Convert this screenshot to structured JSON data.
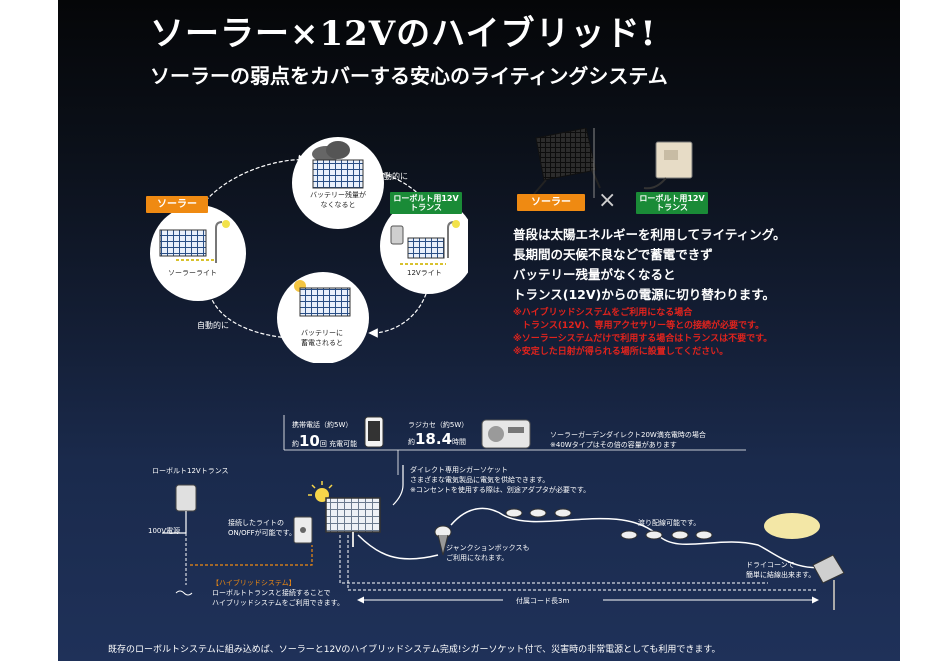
{
  "header": {
    "title": "ソーラー×12Vのハイブリッド!",
    "subtitle": "ソーラーの弱点をカバーする安心のライティングシステム"
  },
  "cycle": {
    "solar_badge": "ソーラー",
    "trans_badge_line1": "ローボルト用12V",
    "trans_badge_line2": "トランス",
    "auto_top": "自動的に",
    "auto_bottom": "自動的に",
    "top_caption_line1": "バッテリー残量が",
    "top_caption_line2": "なくなると",
    "left_caption": "ソーラーライト",
    "right_caption": "12Vライト",
    "bottom_caption_line1": "バッテリーに",
    "bottom_caption_line2": "蓄電されると"
  },
  "compare": {
    "solar_badge": "ソーラー",
    "times": "×",
    "trans_badge_line1": "ローボルト用12V",
    "trans_badge_line2": "トランス"
  },
  "description": {
    "lines": [
      "普段は太陽エネルギーを利用してライティング。",
      "長期間の天候不良などで蓄電できず",
      "バッテリー残量がなくなると",
      "トランス(12V)からの電源に切り替わります。"
    ]
  },
  "notes": {
    "lines": [
      "※ハイブリッドシステムをご利用になる場合",
      "　トランス(12V)、専用アクセサリー等との接続が必要です。",
      "※ソーラーシステムだけで利用する場合はトランスは不要です。",
      "※安定した日射が得られる場所に設置してください。"
    ]
  },
  "devices": {
    "phone_label": "携帯電話（約5W）",
    "phone_prefix": "約",
    "phone_value": "10",
    "phone_suffix": "回 充電可能",
    "radio_label": "ラジカセ（約5W）",
    "radio_prefix": "約",
    "radio_value": "18.4",
    "radio_suffix": "時間",
    "garden_line1": "ソーラーガーデンダイレクト20W満充電時の場合",
    "garden_line2": "※40Wタイプはその倍の容量があります"
  },
  "system": {
    "transformer_label": "ローボルト12Vトランス",
    "ac_label": "100V電源",
    "switch_line1": "接続したライトの",
    "switch_line2": "ON/OFFが可能です。",
    "socket_title": "ダイレクト専用シガーソケット",
    "socket_line1": "さまざまな電気製品に電気を供給できます。",
    "socket_line2": "※コンセントを使用する際は、別途アダプタが必要です。",
    "junction_line1": "ジャンクションボックスも",
    "junction_line2": "ご利用になれます。",
    "wiring_note": "渡り配線可能です。",
    "dry_line1": "ドライコーンで",
    "dry_line2": "簡単に結線出来ます。",
    "hybrid_title": "【ハイブリッドシステム】",
    "hybrid_line1": "ローボルトトランスと接続することで",
    "hybrid_line2": "ハイブリッドシステムをご利用できます。",
    "cord_label": "付属コード長3m"
  },
  "footer": {
    "text": "既存のローボルトシステムに組み込めば、ソーラーと12Vのハイブリッドシステム完成!シガーソケット付で、災害時の非常電源としても利用できます。"
  },
  "colors": {
    "solar_orange": "#ef8a12",
    "trans_green": "#1a8b37",
    "note_red": "#e0231d",
    "light_glow": "#f3e7a6"
  }
}
